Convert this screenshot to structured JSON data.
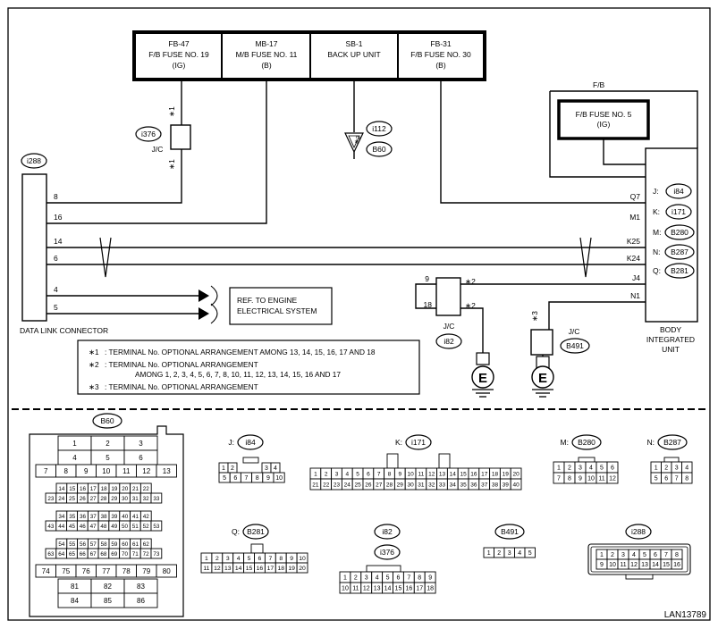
{
  "fuses": {
    "fb47": {
      "code": "FB-47",
      "name": "F/B FUSE NO. 19",
      "spec": "(IG)"
    },
    "mb17": {
      "code": "MB-17",
      "name": "M/B FUSE NO. 11",
      "spec": "(B)"
    },
    "sb1": {
      "code": "SB-1",
      "name": "BACK UP UNIT"
    },
    "fb31": {
      "code": "FB-31",
      "name": "F/B FUSE NO. 30",
      "spec": "(B)"
    }
  },
  "fb_label": "F/B",
  "fb_fuse5": {
    "name": "F/B FUSE NO. 5",
    "spec": "(IG)"
  },
  "jc1": {
    "connector": "i376",
    "label": "J/C",
    "star_top": "∗1",
    "star_bottom": "∗1"
  },
  "i112": {
    "connector": "i112",
    "connector2": "B60",
    "marker": "∗2"
  },
  "dlc": {
    "connector": "i288",
    "name": "DATA LINK CONNECTOR",
    "pins": [
      "8",
      "16",
      "14",
      "6",
      "4",
      "5"
    ]
  },
  "ref_box": {
    "line1": "REF. TO ENGINE",
    "line2": "ELECTRICAL SYSTEM"
  },
  "bcu": {
    "name_line1": "BODY",
    "name_line2": "INTEGRATED",
    "name_line3": "UNIT",
    "terminals": [
      "Q7",
      "M1",
      "K25",
      "K24",
      "J4",
      "N1"
    ],
    "connectors": [
      {
        "letter": "J:",
        "code": "i84"
      },
      {
        "letter": "K:",
        "code": "i171"
      },
      {
        "letter": "M:",
        "code": "B280"
      },
      {
        "letter": "N:",
        "code": "B287"
      },
      {
        "letter": "Q:",
        "code": "B281"
      }
    ]
  },
  "jc2": {
    "pin_top": "9",
    "pin_bottom": "18",
    "star_top": "∗2",
    "star_bottom": "∗2",
    "label": "J/C",
    "connector": "i82",
    "ground": "E"
  },
  "jc3": {
    "star": "∗3",
    "label": "J/C",
    "connector": "B491",
    "ground": "E"
  },
  "notes": [
    {
      "mark": "∗1",
      "text": ": TERMINAL No. OPTIONAL ARRANGEMENT AMONG 13, 14, 15, 16, 17 AND 18"
    },
    {
      "mark": "∗2",
      "text": ": TERMINAL No. OPTIONAL ARRANGEMENT"
    },
    {
      "mark": "",
      "text": "AMONG 1, 2, 3, 4, 5, 6, 7, 8, 10, 11, 12, 13, 14, 15, 16 AND 17"
    },
    {
      "mark": "∗3",
      "text": ": TERMINAL No. OPTIONAL ARRANGEMENT"
    }
  ],
  "connector_views": {
    "b60": {
      "code": "B60",
      "rows": [
        [
          "1",
          "2",
          "3"
        ],
        [
          "4",
          "5",
          "6"
        ],
        [
          "7",
          "8",
          "9",
          "10",
          "11",
          "12",
          "13"
        ],
        [
          "14",
          "15",
          "16",
          "17",
          "18",
          "19",
          "20",
          "21",
          "22"
        ],
        [
          "23",
          "24",
          "25",
          "26",
          "27",
          "28",
          "29",
          "30",
          "31",
          "32",
          "33"
        ],
        [
          "34",
          "35",
          "36",
          "37",
          "38",
          "39",
          "40",
          "41",
          "42"
        ],
        [
          "43",
          "44",
          "45",
          "46",
          "47",
          "48",
          "49",
          "50",
          "51",
          "52",
          "53"
        ],
        [
          "54",
          "55",
          "56",
          "57",
          "58",
          "59",
          "60",
          "61",
          "62"
        ],
        [
          "63",
          "64",
          "65",
          "66",
          "67",
          "68",
          "69",
          "70",
          "71",
          "72",
          "73"
        ],
        [
          "74",
          "75",
          "76",
          "77",
          "78",
          "79",
          "80"
        ],
        [
          "81",
          "82",
          "83"
        ],
        [
          "84",
          "85",
          "86"
        ]
      ]
    },
    "i84": {
      "letter": "J:",
      "code": "i84",
      "rows": [
        [
          "1",
          "2",
          "",
          "3",
          "4"
        ],
        [
          "5",
          "6",
          "7",
          "8",
          "9",
          "10"
        ]
      ]
    },
    "i171": {
      "letter": "K:",
      "code": "i171",
      "rows": [
        [
          "1",
          "2",
          "3",
          "4",
          "5",
          "6",
          "7",
          "8",
          "9",
          "10",
          "11",
          "12",
          "13",
          "14",
          "15",
          "16",
          "17",
          "18",
          "19",
          "20"
        ],
        [
          "21",
          "22",
          "23",
          "24",
          "25",
          "26",
          "27",
          "28",
          "29",
          "30",
          "31",
          "32",
          "33",
          "34",
          "35",
          "36",
          "37",
          "38",
          "39",
          "40"
        ]
      ]
    },
    "b280": {
      "letter": "M:",
      "code": "B280",
      "rows": [
        [
          "1",
          "2",
          "3",
          "4",
          "5",
          "6"
        ],
        [
          "7",
          "8",
          "9",
          "10",
          "11",
          "12"
        ]
      ]
    },
    "b287": {
      "letter": "N:",
      "code": "B287",
      "rows": [
        [
          "1",
          "2",
          "3",
          "4"
        ],
        [
          "5",
          "6",
          "7",
          "8"
        ]
      ]
    },
    "b281": {
      "letter": "Q:",
      "code": "B281",
      "rows": [
        [
          "1",
          "2",
          "3",
          "4",
          "5",
          "6",
          "7",
          "8",
          "9",
          "10"
        ],
        [
          "11",
          "12",
          "13",
          "14",
          "15",
          "16",
          "17",
          "18",
          "19",
          "20"
        ]
      ]
    },
    "i82i376": {
      "code1": "i82",
      "code2": "i376",
      "rows": [
        [
          "1",
          "2",
          "3",
          "4",
          "5",
          "6",
          "7",
          "8",
          "9"
        ],
        [
          "10",
          "11",
          "12",
          "13",
          "14",
          "15",
          "16",
          "17",
          "18"
        ]
      ]
    },
    "b491": {
      "code": "B491",
      "rows": [
        [
          "1",
          "2",
          "3",
          "4",
          "5"
        ]
      ]
    },
    "i288": {
      "code": "i288",
      "rows": [
        [
          "1",
          "2",
          "3",
          "4",
          "5",
          "6",
          "7",
          "8"
        ],
        [
          "9",
          "10",
          "11",
          "12",
          "13",
          "14",
          "15",
          "16"
        ]
      ]
    }
  },
  "figure_id": "LAN13789"
}
